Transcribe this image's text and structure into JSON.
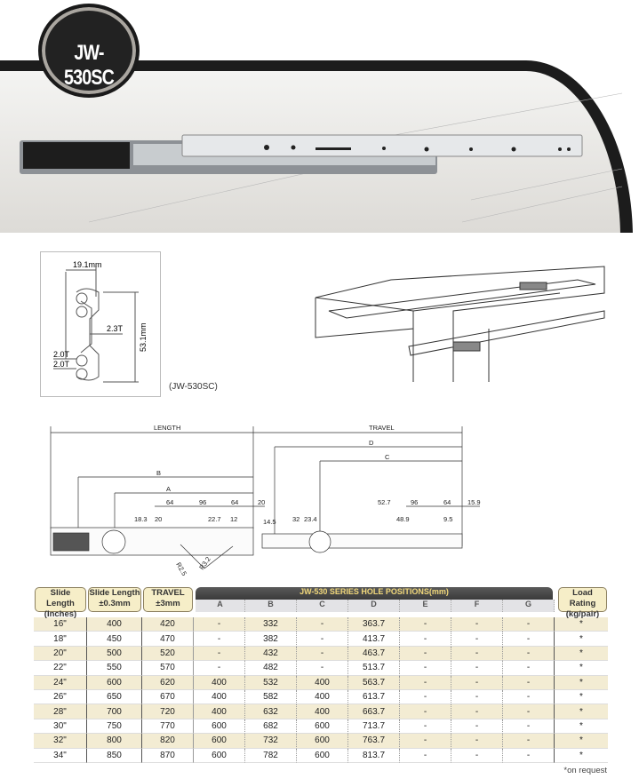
{
  "header": {
    "model": "JW-530SC"
  },
  "cross_section": {
    "width": "19.1mm",
    "height": "53.1mm",
    "thickness_center": "2.3T",
    "thickness_1": "2.0T",
    "thickness_2": "2.0T",
    "caption": "(JW-530SC)"
  },
  "drawing": {
    "length": "LENGTH",
    "travel": "TRAVEL",
    "A": "A",
    "B": "B",
    "C": "C",
    "D": "D",
    "dims": [
      "64",
      "96",
      "64",
      "20",
      "52.7",
      "96",
      "64",
      "15.9",
      "18.3",
      "20",
      "22.7",
      "12",
      "14.5",
      "32",
      "23.4",
      "48.9",
      "9.5"
    ],
    "radii": [
      "R2.5",
      "R3.2"
    ]
  },
  "table": {
    "headers": {
      "slide_in": "Slide Length (Inches)",
      "slide_mm": "Slide Length ±0.3mm",
      "travel": "TRAVEL ±3mm",
      "group": "JW-530 SERIES HOLE POSITIONS(mm)",
      "load": "Load Rating (kg/pair)",
      "holes": [
        "A",
        "B",
        "C",
        "D",
        "E",
        "F",
        "G"
      ]
    },
    "rows": [
      [
        "16\"",
        "400",
        "420",
        "-",
        "332",
        "-",
        "363.7",
        "-",
        "-",
        "-",
        "*"
      ],
      [
        "18\"",
        "450",
        "470",
        "-",
        "382",
        "-",
        "413.7",
        "-",
        "-",
        "-",
        "*"
      ],
      [
        "20\"",
        "500",
        "520",
        "-",
        "432",
        "-",
        "463.7",
        "-",
        "-",
        "-",
        "*"
      ],
      [
        "22\"",
        "550",
        "570",
        "-",
        "482",
        "-",
        "513.7",
        "-",
        "-",
        "-",
        "*"
      ],
      [
        "24\"",
        "600",
        "620",
        "400",
        "532",
        "400",
        "563.7",
        "-",
        "-",
        "-",
        "*"
      ],
      [
        "26\"",
        "650",
        "670",
        "400",
        "582",
        "400",
        "613.7",
        "-",
        "-",
        "-",
        "*"
      ],
      [
        "28\"",
        "700",
        "720",
        "400",
        "632",
        "400",
        "663.7",
        "-",
        "-",
        "-",
        "*"
      ],
      [
        "30\"",
        "750",
        "770",
        "600",
        "682",
        "600",
        "713.7",
        "-",
        "-",
        "-",
        "*"
      ],
      [
        "32\"",
        "800",
        "820",
        "600",
        "732",
        "600",
        "763.7",
        "-",
        "-",
        "-",
        "*"
      ],
      [
        "34\"",
        "850",
        "870",
        "600",
        "782",
        "600",
        "813.7",
        "-",
        "-",
        "-",
        "*"
      ]
    ],
    "note": "*on request"
  }
}
